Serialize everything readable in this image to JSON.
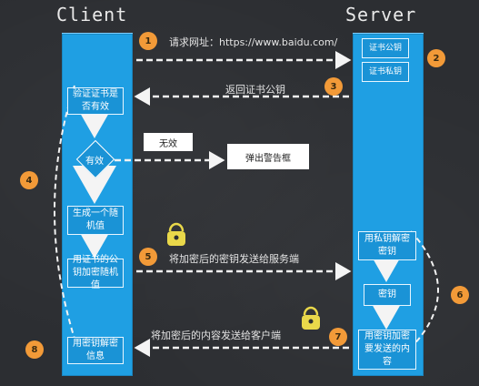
{
  "headings": {
    "client": "Client",
    "server": "Server"
  },
  "server_boxes": {
    "public_key": "证书公钥",
    "private_key": "证书私钥"
  },
  "client_steps": {
    "verify": "验证证书是否有效",
    "valid": "有效",
    "generate": "生成一个随机值",
    "encrypt": "用证书的公钥加密随机值",
    "decrypt": "用密钥解密信息"
  },
  "invalid_label": "无效",
  "warning_box": "弹出警告框",
  "server_steps": {
    "decrypt_key": "用私钥解密密钥",
    "key": "密钥",
    "encrypt_content": "用密钥加密要发送的内容"
  },
  "arrows": {
    "request": "请求网址：https://www.baidu.com/",
    "return_key": "返回证书公钥",
    "send_key": "将加密后的密钥发送给服务端",
    "send_content": "将加密后的内容发送给客户端"
  },
  "step_numbers": [
    "1",
    "2",
    "3",
    "4",
    "5",
    "6",
    "7",
    "8"
  ],
  "colors": {
    "background": "#2c2e32",
    "column": "#1f9fe3",
    "badge": "#f29a38",
    "lock": "#e9d84a"
  }
}
